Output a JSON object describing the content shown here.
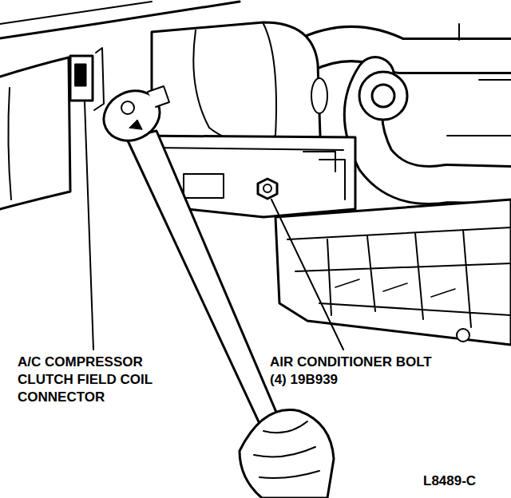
{
  "diagram": {
    "labels": [
      "A/C COMPRESSOR CLUTCH FIELD COIL CONNECTOR",
      "AIR CONDITIONER BOLT (4) 19B939",
      "L8489-C"
    ]
  }
}
